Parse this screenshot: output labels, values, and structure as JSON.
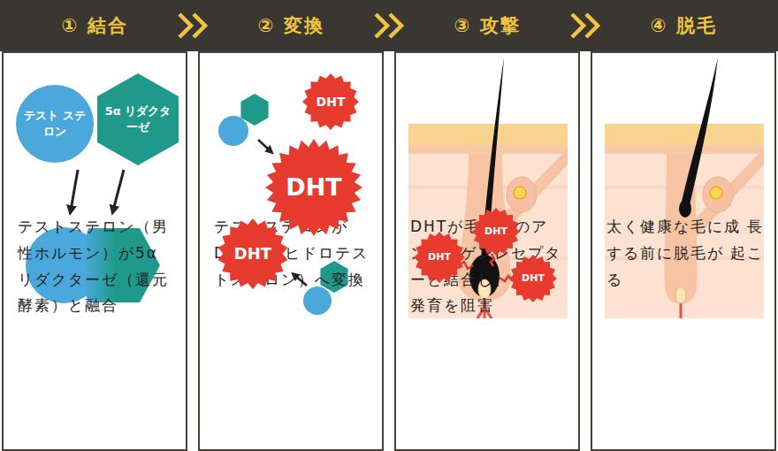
{
  "diagram": {
    "nodes": [
      {
        "text": [
          "① 結合",
          "テストステロン（男 性ホルモン）が5α リダクターゼ（還元 酵素）と融合"
        ]
      },
      {
        "text": [
          "テスト ステロン"
        ],
        "in": 0
      },
      {
        "text": [
          "5α リダクターゼ"
        ],
        "in": 0
      },
      {
        "text": [
          "② 変換",
          "テストステロンが DHT（ジヒドロテス トステロン）へ変換"
        ]
      },
      {
        "text": [
          "DHT"
        ],
        "in": 3
      },
      {
        "text": [
          "DHT"
        ],
        "in": 3
      },
      {
        "text": [
          "DHT"
        ],
        "in": 3
      },
      {
        "text": [
          "③ 攻撃",
          "DHTが毛乳頭のア ンドロゲンレセプタ ーと結合し、発毛・ 発育を阻害"
        ]
      },
      {
        "text": [
          "DHT"
        ],
        "in": 7
      },
      {
        "text": [
          "DHT"
        ],
        "in": 7
      },
      {
        "text": [
          "DHT"
        ],
        "in": 7
      },
      {
        "text": [
          "④ 脱毛",
          "太く健康な毛に成 長する前に脱毛が 起こる"
        ]
      }
    ],
    "edges": [
      {
        "from": 0,
        "to": 3,
        "arrow": "to"
      },
      {
        "from": 3,
        "to": 7,
        "arrow": "to"
      },
      {
        "from": 7,
        "to": 11,
        "arrow": "to"
      }
    ]
  }
}
